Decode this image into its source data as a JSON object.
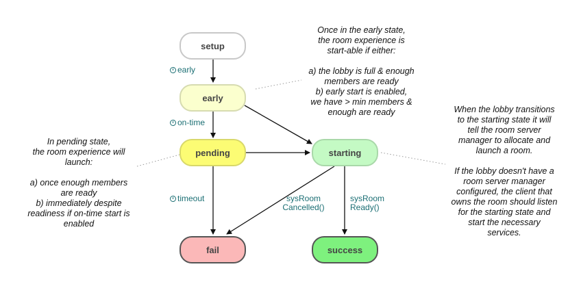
{
  "nodes": {
    "setup": {
      "label": "setup",
      "fill": "#ffffff",
      "stroke": "#c8c8c8"
    },
    "early": {
      "label": "early",
      "fill": "#fbffce",
      "stroke": "#d6dbb0"
    },
    "pending": {
      "label": "pending",
      "fill": "#fcfc74",
      "stroke": "#d8d86a"
    },
    "starting": {
      "label": "starting",
      "fill": "#c4fac4",
      "stroke": "#a9d8a9"
    },
    "fail": {
      "label": "fail",
      "fill": "#fbb8b8",
      "stroke": "#555555"
    },
    "success": {
      "label": "success",
      "fill": "#7ef17e",
      "stroke": "#555555"
    }
  },
  "edge_labels": {
    "early": "early",
    "on_time": "on-time",
    "timeout": "timeout",
    "sys_room_cancelled_line1": "sysRoom",
    "sys_room_cancelled_line2": "Cancelled()",
    "sys_room_ready_line1": "sysRoom",
    "sys_room_ready_line2": "Ready()"
  },
  "notes": {
    "early_state": "Once in the early state,\nthe room experience is\nstart-able if either:\n\na) the lobby is full & enough\nmembers are ready\nb) early start is enabled,\nwe have > min members &\nenough are ready",
    "pending_state": "In pending state,\nthe room experience will\nlaunch:\n\na) once enough members\nare ready\nb) immediately despite\nreadiness if on-time start is\nenabled",
    "starting_state": "When the lobby transitions\nto the starting state it will\ntell the room server\nmanager to allocate and\nlaunch a room.\n\nIf the lobby doesn't have a\nroom server manager\nconfigured, the client that\nowns the room should listen\nfor the starting state and\nstart the necessary\nservices."
  },
  "colors": {
    "edge": "#111111",
    "connector": "#999999",
    "label_teal": "#1a6e73"
  },
  "icons": {
    "timer": "clock-icon"
  }
}
